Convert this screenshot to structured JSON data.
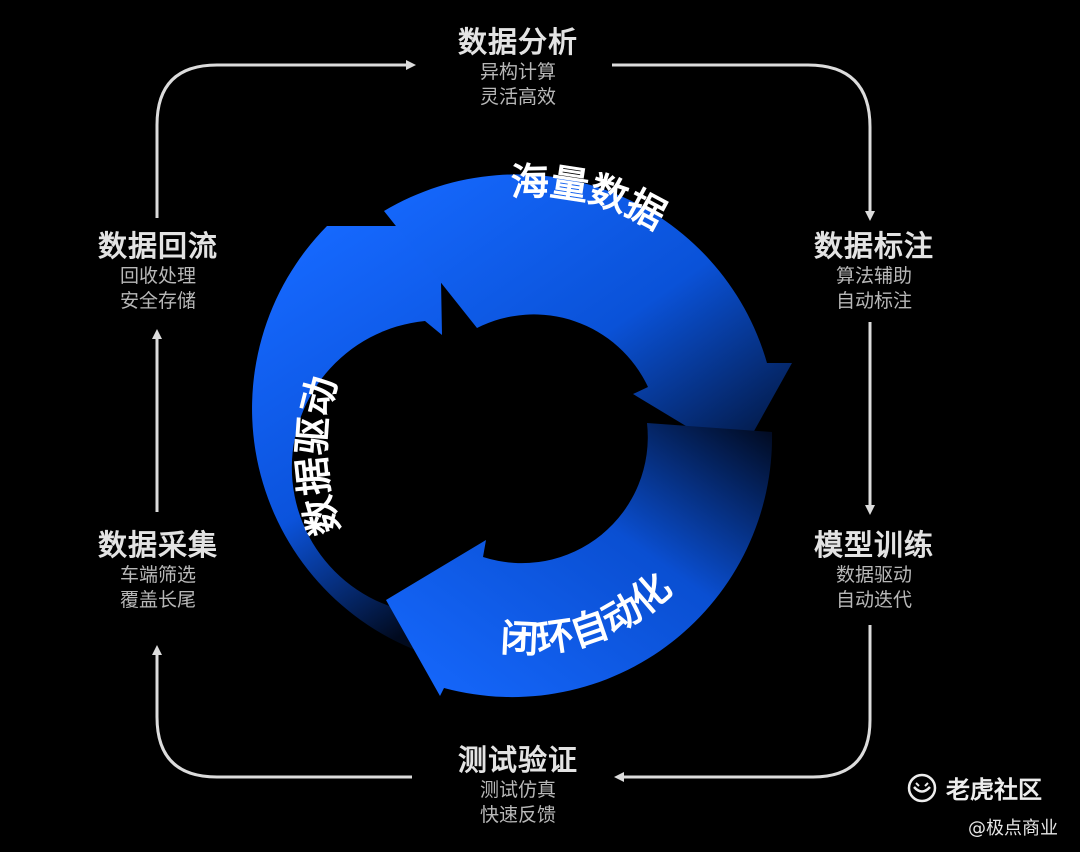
{
  "center": {
    "ring_labels": [
      "海量数据",
      "闭环自动化",
      "数据驱动"
    ]
  },
  "nodes": [
    {
      "title": "数据分析",
      "lines": [
        "异构计算",
        "灵活高效"
      ]
    },
    {
      "title": "数据标注",
      "lines": [
        "算法辅助",
        "自动标注"
      ]
    },
    {
      "title": "模型训练",
      "lines": [
        "数据驱动",
        "自动迭代"
      ]
    },
    {
      "title": "测试验证",
      "lines": [
        "测试仿真",
        "快速反馈"
      ]
    },
    {
      "title": "数据采集",
      "lines": [
        "车端筛选",
        "覆盖长尾"
      ]
    },
    {
      "title": "数据回流",
      "lines": [
        "回收处理",
        "安全存储"
      ]
    }
  ],
  "watermark": {
    "brand": "老虎社区",
    "handle": "@极点商业"
  },
  "colors": {
    "background": "#000000",
    "ring_blue": "#0a5cf0",
    "connector": "#dcdcdc"
  }
}
